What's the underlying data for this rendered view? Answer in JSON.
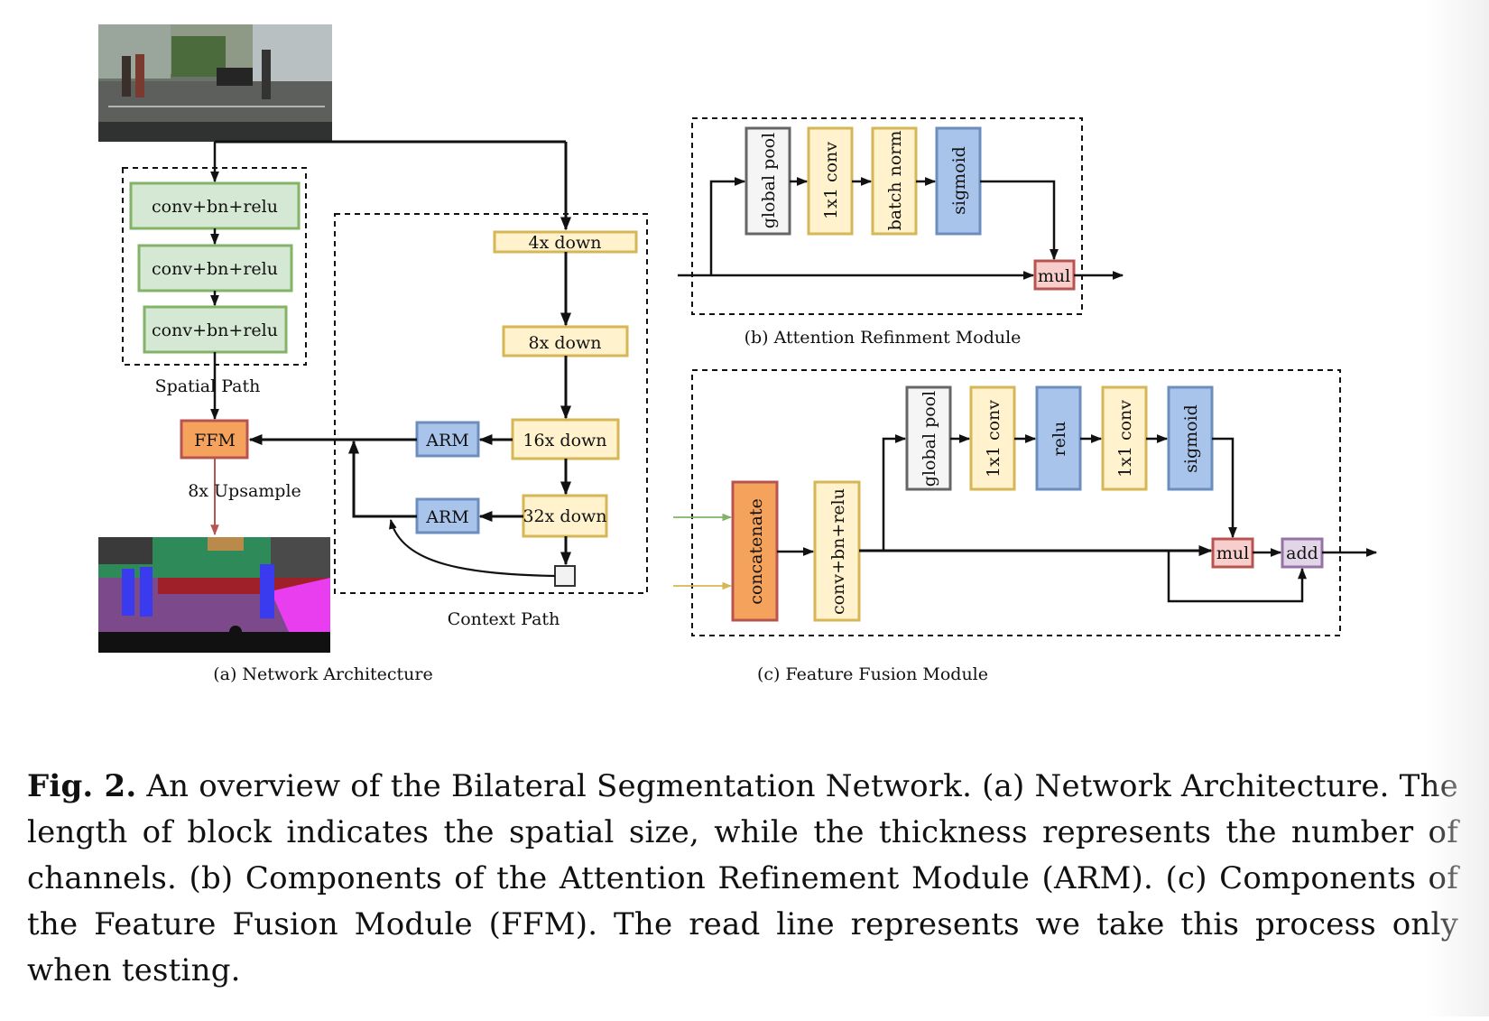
{
  "spatial_path": {
    "blocks": [
      "conv+bn+relu",
      "conv+bn+relu",
      "conv+bn+relu"
    ],
    "label": "Spatial  Path"
  },
  "context_path": {
    "blocks": [
      "4x down",
      "8x down",
      "16x down",
      "32x down"
    ],
    "arm1": "ARM",
    "arm2": "ARM",
    "label": "Context Path"
  },
  "ffm_block": "FFM",
  "upsample_label": "8x Upsample",
  "sub_captions": {
    "a": "(a) Network Architecture",
    "b": "(b) Attention Refinment Module",
    "c": "(c) Feature Fusion Module"
  },
  "arm_module": {
    "blocks": [
      "global pool",
      "1x1 conv",
      "batch norm",
      "sigmoid"
    ],
    "mul": "mul"
  },
  "ffm_module": {
    "concat": "concatenate",
    "conv": "conv+bn+relu",
    "blocks": [
      "global pool",
      "1x1 conv",
      "relu",
      "1x1 conv",
      "sigmoid"
    ],
    "mul": "mul",
    "add": "add"
  },
  "caption": {
    "fig_label": "Fig. 2.",
    "text": "An overview of the Bilateral Segmentation Network. (a) Network Architecture. The length of block indicates the spatial size, while the thickness represents the number of channels. (b) Components of the Attention Refinement Module (ARM). (c) Components of the Feature Fusion Module (FFM). The read line represents we take this process only when testing."
  },
  "colors": {
    "green_fill": "#d5e8d4",
    "green_stroke": "#82b366",
    "yellow_fill": "#fff2cc",
    "yellow_stroke": "#d6b656",
    "blue_fill": "#a9c4eb",
    "blue_stroke": "#6c8ebf",
    "orange_fill": "#f5a35c",
    "orange_stroke": "#b85450",
    "pink_fill": "#f8cecc",
    "pink_stroke": "#b85450",
    "purple_fill": "#e1d5e7",
    "purple_stroke": "#9673a6",
    "grey_fill": "#f5f5f5",
    "grey_stroke": "#666666",
    "test_line": "#b85450"
  }
}
